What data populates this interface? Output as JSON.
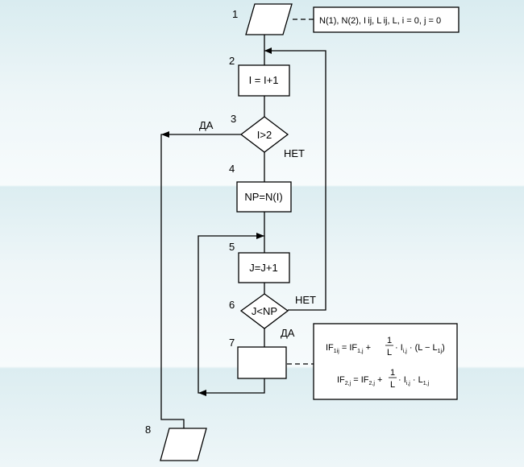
{
  "steps": {
    "n1": "1",
    "n2": "2",
    "n3": "3",
    "n4": "4",
    "n5": "5",
    "n6": "6",
    "n7": "7",
    "n8": "8"
  },
  "blocks": {
    "increment_i": "I = I+1",
    "cond_i": "I>2",
    "assign_np": "NP=N(I)",
    "increment_j": "J=J+1",
    "cond_j": "J<NP"
  },
  "branches": {
    "yes_3": "ДА",
    "no_3": "НЕТ",
    "no_6": "НЕТ",
    "yes_6": "ДА"
  },
  "annotations": {
    "input": "N(1), N(2), I ij, L ij, L, i = 0, j = 0",
    "formula1": {
      "lhs": "IF",
      "lhs_sub": "1ij",
      "eq": " = IF",
      "f1_sub": "1,j",
      "plus": " + ",
      "frac_num": "1",
      "frac_den": "L",
      "t1": " · I",
      "t1_sub": "i,j",
      "t2": " · (L − L",
      "t2_sub": "1j",
      "close": ")"
    },
    "formula2": {
      "lhs": "IF",
      "lhs_sub": "2,j",
      "eq": " = IF",
      "f1_sub": "2,j",
      "plus": " + ",
      "frac_num": "1",
      "frac_den": "L",
      "t1": " · I",
      "t1_sub": "i,j",
      "t2": " · L",
      "t2_sub": "1,j"
    }
  }
}
